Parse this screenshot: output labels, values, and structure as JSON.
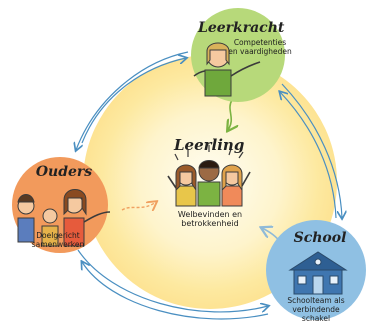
{
  "center": {
    "title": "Leerling",
    "subtitle_line1": "Welbevinden en",
    "subtitle_line2": "betrokkenheid"
  },
  "nodes": {
    "leerkracht": {
      "title": "Leerkracht",
      "line1": "Competenties",
      "line2": "en vaardigheden",
      "color": "#b7d97a"
    },
    "ouders": {
      "title": "Ouders",
      "line1": "Doelgericht",
      "line2": "samenwerken",
      "color": "#f29a5c"
    },
    "school": {
      "title": "School",
      "line1": "Schoolteam als",
      "line2": "verbindende",
      "line3": "schakel",
      "color": "#8fc0e3"
    }
  },
  "colors": {
    "center_glow": "#fde9a0",
    "cycle_arrows": "#4a8fc1",
    "green_arrow": "#7cb342",
    "orange_arrow": "#f0a060",
    "blue_arrow": "#8fbad8"
  },
  "icons": [
    "teacher-icon",
    "parents-family-icon",
    "school-building-icon",
    "students-group-icon"
  ]
}
